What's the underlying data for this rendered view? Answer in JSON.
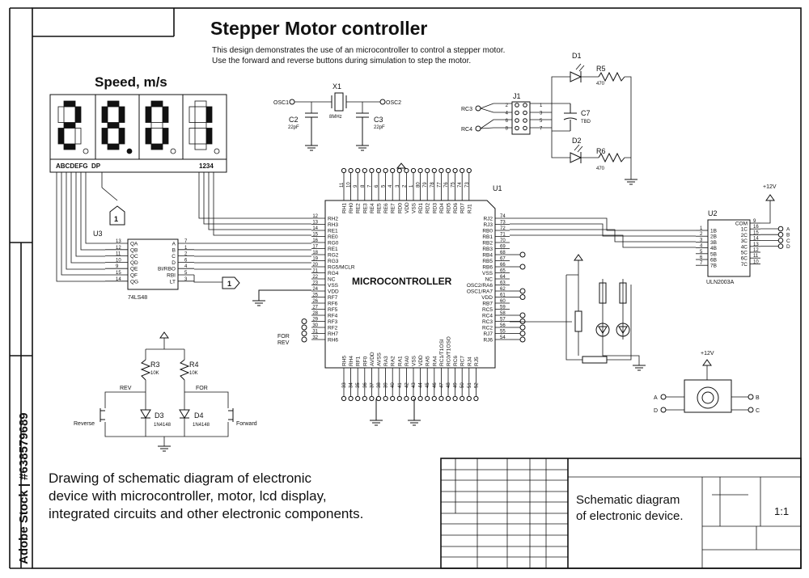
{
  "title": "Stepper Motor controller",
  "description": [
    "This design demonstrates the use of an microcontroller to control a stepper motor.",
    "Use the forward and reverse buttons during simulation to step the motor."
  ],
  "speed_label": "Speed, m/s",
  "display": {
    "digits": [
      "2",
      "8.",
      "0",
      "1"
    ],
    "segment_label": "ABCDEFG  DP",
    "digit_label": "1234"
  },
  "mcu": {
    "ref": "U1",
    "name": "MICROCONTROLLER",
    "left_pins": [
      [
        "12",
        "RH2"
      ],
      [
        "13",
        "RH3"
      ],
      [
        "14",
        "RE1"
      ],
      [
        "15",
        "RE0"
      ],
      [
        "16",
        "RG0"
      ],
      [
        "17",
        "RE1"
      ],
      [
        "18",
        "RG2"
      ],
      [
        "19",
        "RG3"
      ],
      [
        "20",
        "RG5/MCLR"
      ],
      [
        "21",
        "RG4"
      ],
      [
        "22",
        "NC"
      ],
      [
        "23",
        "VSS"
      ],
      [
        "24",
        "VDD"
      ],
      [
        "25",
        "RF7"
      ],
      [
        "26",
        "RF6"
      ],
      [
        "27",
        "RF5"
      ],
      [
        "28",
        "RF4"
      ],
      [
        "29",
        "RF3"
      ],
      [
        "30",
        "RF2"
      ],
      [
        "31",
        "RH7"
      ],
      [
        "32",
        "RH6"
      ]
    ],
    "right_pins": [
      [
        "74",
        "RJ2"
      ],
      [
        "73",
        "RJ3"
      ],
      [
        "72",
        "RB0"
      ],
      [
        "71",
        "RB1"
      ],
      [
        "70",
        "RB2"
      ],
      [
        "69",
        "RB3"
      ],
      [
        "68",
        "RB4"
      ],
      [
        "67",
        "RB5"
      ],
      [
        "66",
        "RB6"
      ],
      [
        "65",
        "VSS"
      ],
      [
        "64",
        "NC"
      ],
      [
        "63",
        "OSC2/RA6"
      ],
      [
        "62",
        "OSC1/RA7"
      ],
      [
        "61",
        "VDD"
      ],
      [
        "60",
        "RB7"
      ],
      [
        "59",
        "RC5"
      ],
      [
        "58",
        "RC4"
      ],
      [
        "57",
        "RC3"
      ],
      [
        "56",
        "RC2"
      ],
      [
        "55",
        "RJ7"
      ],
      [
        "54",
        "RJ6"
      ]
    ],
    "top_pins": [
      [
        "11",
        "RH1"
      ],
      [
        "10",
        "RH0"
      ],
      [
        "9",
        "RE2"
      ],
      [
        "8",
        "RE3"
      ],
      [
        "7",
        "RE4"
      ],
      [
        "6",
        "RE5"
      ],
      [
        "5",
        "RE6"
      ],
      [
        "4",
        "RE7"
      ],
      [
        "3",
        "RD0"
      ],
      [
        "2",
        "VDD"
      ],
      [
        "1",
        "VSS"
      ],
      [
        "80",
        "RD1"
      ],
      [
        "79",
        "RD2"
      ],
      [
        "78",
        "RD3"
      ],
      [
        "77",
        "RD4"
      ],
      [
        "76",
        "RD5"
      ],
      [
        "75",
        "RD6"
      ],
      [
        "74",
        "RD7"
      ],
      [
        "73",
        "RJ1"
      ]
    ],
    "bottom_pins": [
      [
        "33",
        "RH5"
      ],
      [
        "34",
        "RH4"
      ],
      [
        "35",
        "RF1"
      ],
      [
        "36",
        "RF0"
      ],
      [
        "37",
        "AVDD"
      ],
      [
        "38",
        "AVSS"
      ],
      [
        "39",
        "RA3"
      ],
      [
        "40",
        "RA2"
      ],
      [
        "41",
        "RA1"
      ],
      [
        "42",
        "RA0"
      ],
      [
        "43",
        "VSS"
      ],
      [
        "44",
        "VDD"
      ],
      [
        "45",
        "RA5"
      ],
      [
        "46",
        "RA4"
      ],
      [
        "47",
        "RC1/T1OSI"
      ],
      [
        "48",
        "RC0/T1OSO"
      ],
      [
        "49",
        "RC6"
      ],
      [
        "50",
        "RC7"
      ],
      [
        "51",
        "RJ4"
      ],
      [
        "52",
        "RJ5"
      ]
    ]
  },
  "u3": {
    "ref": "U3",
    "part": "74LS48",
    "left_pins": [
      [
        "13",
        "QA"
      ],
      [
        "12",
        "QB"
      ],
      [
        "11",
        "QC"
      ],
      [
        "10",
        "QD"
      ],
      [
        "9",
        "QE"
      ],
      [
        "15",
        "QF"
      ],
      [
        "14",
        "QG"
      ]
    ],
    "right_pins": [
      [
        "7",
        "A"
      ],
      [
        "1",
        "B"
      ],
      [
        "2",
        "C"
      ],
      [
        "6",
        "D"
      ],
      [
        "4",
        "BI/RBO"
      ],
      [
        "5",
        "RBI"
      ],
      [
        "3",
        "LT"
      ]
    ]
  },
  "u2": {
    "ref": "U2",
    "part": "ULN2003A",
    "left_pins": [
      [
        "1",
        "1B"
      ],
      [
        "2",
        "2B"
      ],
      [
        "3",
        "3B"
      ],
      [
        "4",
        "4B"
      ],
      [
        "5",
        "5B"
      ],
      [
        "6",
        "6B"
      ],
      [
        "7",
        "7B"
      ]
    ],
    "right_pins": [
      [
        "9",
        "COM"
      ],
      [
        "16",
        "1C"
      ],
      [
        "15",
        "2C"
      ],
      [
        "14",
        "3C"
      ],
      [
        "13",
        "4C"
      ],
      [
        "12",
        "5C"
      ],
      [
        "11",
        "6C"
      ],
      [
        "10",
        "7C"
      ]
    ],
    "outputs": [
      "A",
      "B",
      "C",
      "D"
    ],
    "supply": "+12V"
  },
  "osc": {
    "x1": "X1",
    "freq": "8MHz",
    "osc1": "OSC1",
    "osc2": "OSC2",
    "c2": "C2",
    "c2v": "22pF",
    "c3": "C3",
    "c3v": "22pF"
  },
  "j1": {
    "ref": "J1",
    "rc3": "RC3",
    "rc4": "RC4",
    "left_nums": [
      "2",
      "4",
      "6",
      "8"
    ],
    "right_nums": [
      "1",
      "3",
      "5",
      "7"
    ]
  },
  "leds": {
    "d1": "D1",
    "d2": "D2",
    "r5": "R5",
    "r5v": "470",
    "r6": "R6",
    "r6v": "470",
    "c7": "C7",
    "c7v": "TBD"
  },
  "buttons": {
    "r3": "R3",
    "r3v": "10K",
    "r4": "R4",
    "r4v": "10K",
    "d3": "D3",
    "d3v": "1N4148",
    "d4": "D4",
    "d4v": "1N4148",
    "rev": "REV",
    "for": "FOR",
    "reverse": "Reverse",
    "forward": "Forward"
  },
  "mcu_side": {
    "for": "FOR",
    "rev": "REV"
  },
  "motor": {
    "supply": "+12V",
    "a": "A",
    "b": "B",
    "c": "C",
    "d": "D"
  },
  "ref_flag": "1",
  "caption": [
    "Drawing of schematic diagram of electronic",
    "device with microcontroller, motor, lcd display,",
    "integrated circuits and other electronic components."
  ],
  "title_block": {
    "name": [
      "Schematic diagram",
      "of electronic device."
    ],
    "scale": "1:1"
  },
  "watermark": "Adobe Stock | #638579689"
}
